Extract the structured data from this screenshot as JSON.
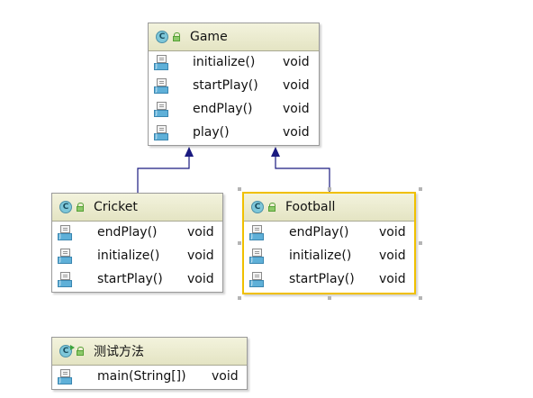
{
  "classes": {
    "game": {
      "title": "Game",
      "methods": [
        {
          "name": "initialize()",
          "type": "void"
        },
        {
          "name": "startPlay()",
          "type": "void"
        },
        {
          "name": "endPlay()",
          "type": "void"
        },
        {
          "name": "play()",
          "type": "void"
        }
      ]
    },
    "cricket": {
      "title": "Cricket",
      "methods": [
        {
          "name": "endPlay()",
          "type": "void"
        },
        {
          "name": "initialize()",
          "type": "void"
        },
        {
          "name": "startPlay()",
          "type": "void"
        }
      ]
    },
    "football": {
      "title": "Football",
      "methods": [
        {
          "name": "endPlay()",
          "type": "void"
        },
        {
          "name": "initialize()",
          "type": "void"
        },
        {
          "name": "startPlay()",
          "type": "void"
        }
      ]
    },
    "test": {
      "title": "测试方法",
      "methods": [
        {
          "name": "main(String[])",
          "type": "void"
        }
      ]
    }
  },
  "icons": {
    "class": "class-icon",
    "main_class": "main-class-icon",
    "method": "method-icon",
    "visibility": "lock-icon"
  },
  "colors": {
    "header": "#e9e9cc",
    "arrow": "#1a1a80",
    "selection": "#f0c000"
  }
}
